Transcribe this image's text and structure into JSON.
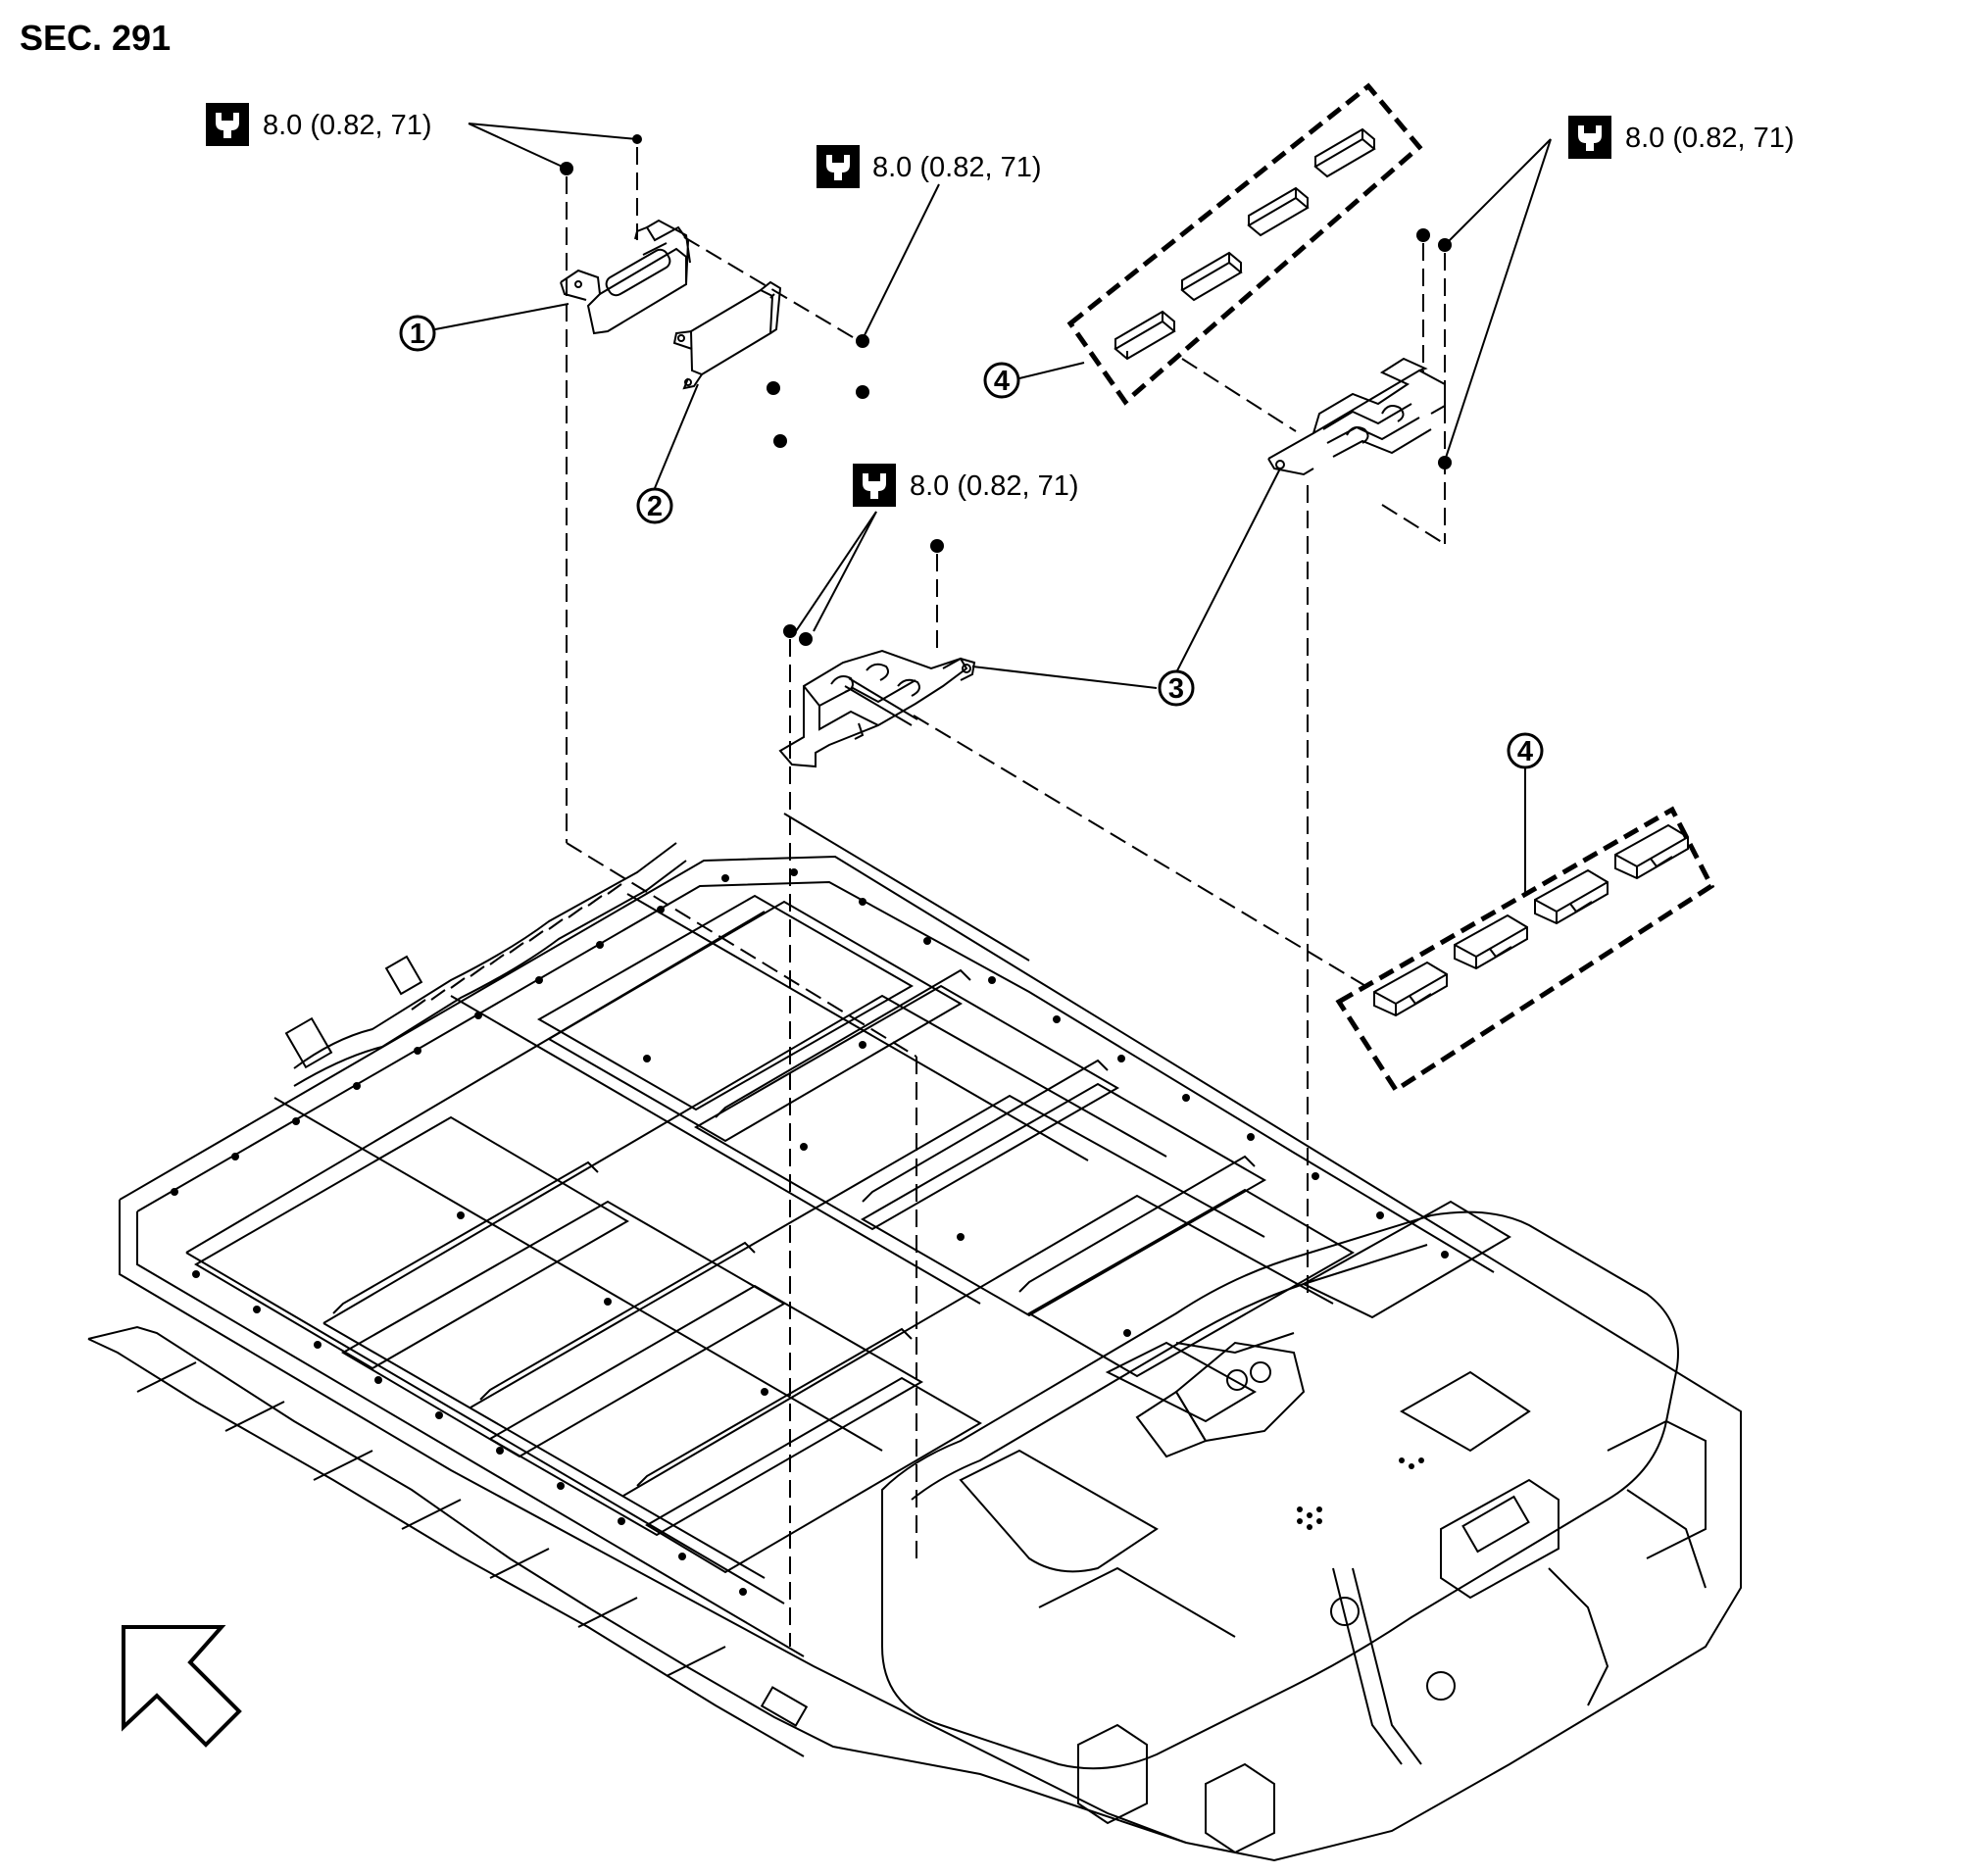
{
  "section_label": "SEC. 291",
  "torque_spec": "8.0 (0.82, 71)",
  "callouts": [
    "1",
    "2",
    "3",
    "4",
    "4"
  ],
  "icons": {
    "torque": "torque-wrench-icon",
    "front": "front-direction-arrow-icon"
  },
  "colors": {
    "line": "#000000",
    "background": "#ffffff"
  }
}
